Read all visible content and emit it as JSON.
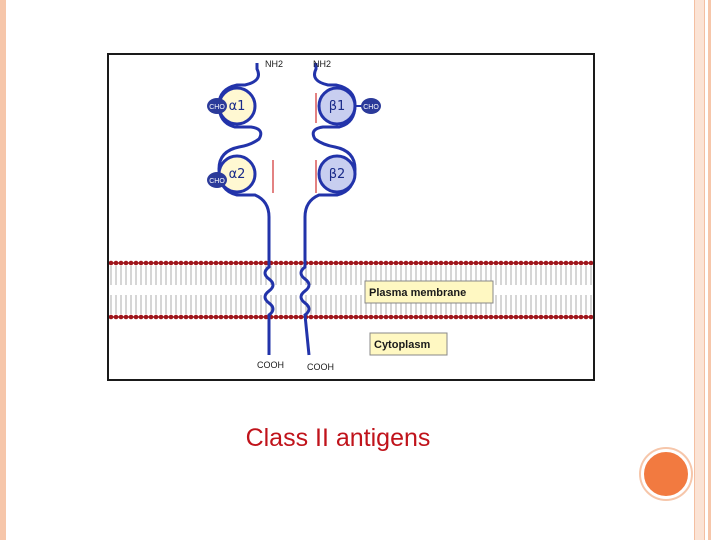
{
  "figure": {
    "chains": {
      "alpha": {
        "n_term": "NH2",
        "c_term": "COOH",
        "domain1": "α1",
        "domain2": "α2"
      },
      "beta": {
        "n_term": "NH2",
        "c_term": "COOH",
        "domain1": "β1",
        "domain2": "β2"
      }
    },
    "carbohydrate_labels": [
      "CHO",
      "CHO",
      "CHO"
    ],
    "membrane_label": "Plasma membrane",
    "cytoplasm_label": "Cytoplasm",
    "colors": {
      "chain": "#2233aa",
      "alpha_domain_fill": "#fff8d2",
      "beta_domain_fill": "#c8cef0",
      "cho_fill": "#2b3a9a",
      "lipid_head": "#a0161c",
      "label_box": "#fff8c2"
    }
  },
  "caption": "Class II antigens",
  "colors": {
    "caption": "#c0131b",
    "slide_accent": "#f27a40",
    "slide_edge": "#f6c6aa"
  }
}
